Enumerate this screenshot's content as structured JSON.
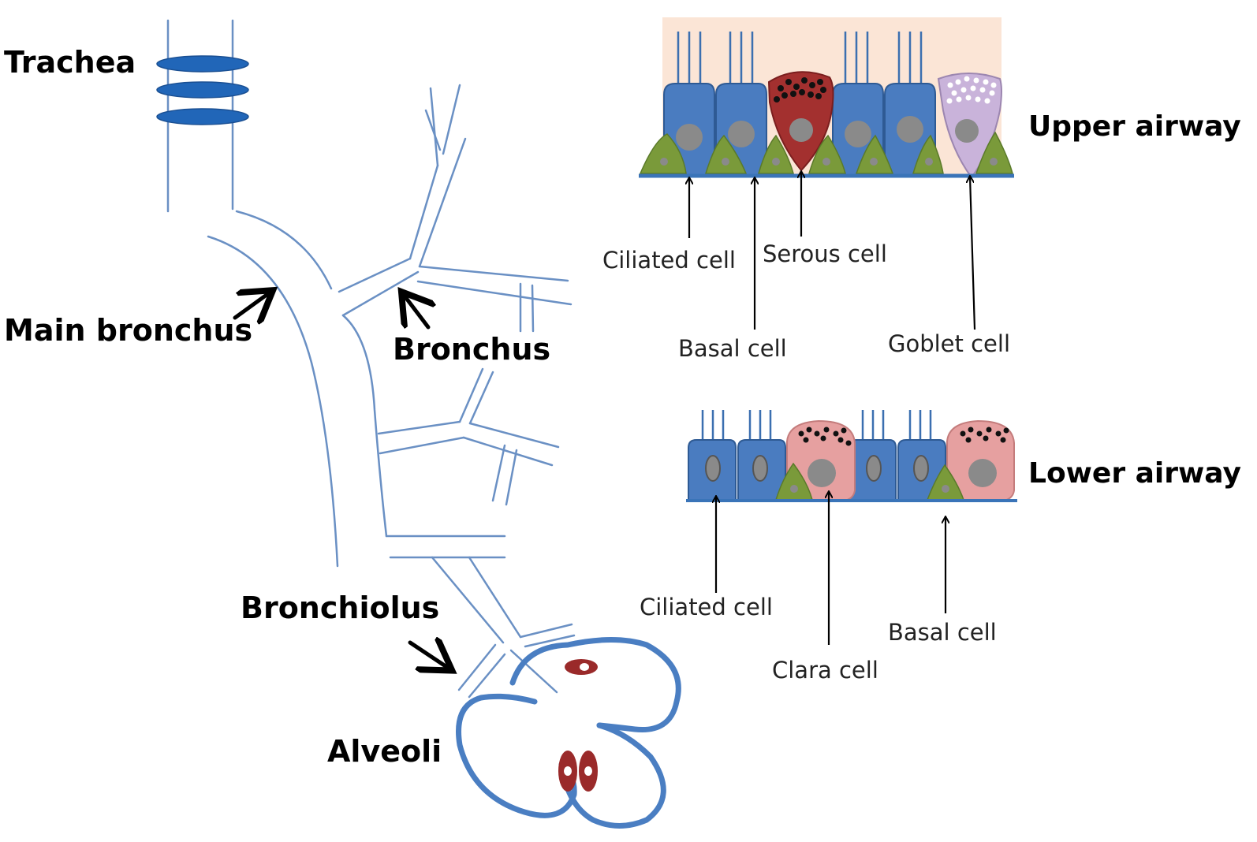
{
  "labels": {
    "trachea": "Trachea",
    "main_bronchus": "Main bronchus",
    "bronchus": "Bronchus",
    "bronchiolus": "Bronchiolus",
    "alveoli": "Alveoli",
    "upper_airway": "Upper airway",
    "lower_airway": "Lower airway"
  },
  "upper_airway": {
    "cell_labels": {
      "ciliated": "Ciliated cell",
      "serous": "Serous cell",
      "basal": "Basal cell",
      "goblet": "Goblet cell"
    }
  },
  "lower_airway": {
    "cell_labels": {
      "ciliated": "Ciliated cell",
      "clara": "Clara cell",
      "basal": "Basal cell"
    }
  },
  "colors": {
    "airway_line": "#6a90c4",
    "alveoli_outline": "#4a7ec2",
    "cartilage_ring": "#2166b8",
    "ciliated_cell": "#4a7cc0",
    "ciliated_border": "#2e5a94",
    "serous_cell": "#a3302f",
    "goblet_cell": "#c9b3da",
    "clara_cell": "#e6a0a0",
    "basal_cell": "#7a9a3a",
    "nucleus": "#8a8a8a",
    "mucus_background": "#fbe5d6",
    "macrophage": "#9a2a2a"
  }
}
